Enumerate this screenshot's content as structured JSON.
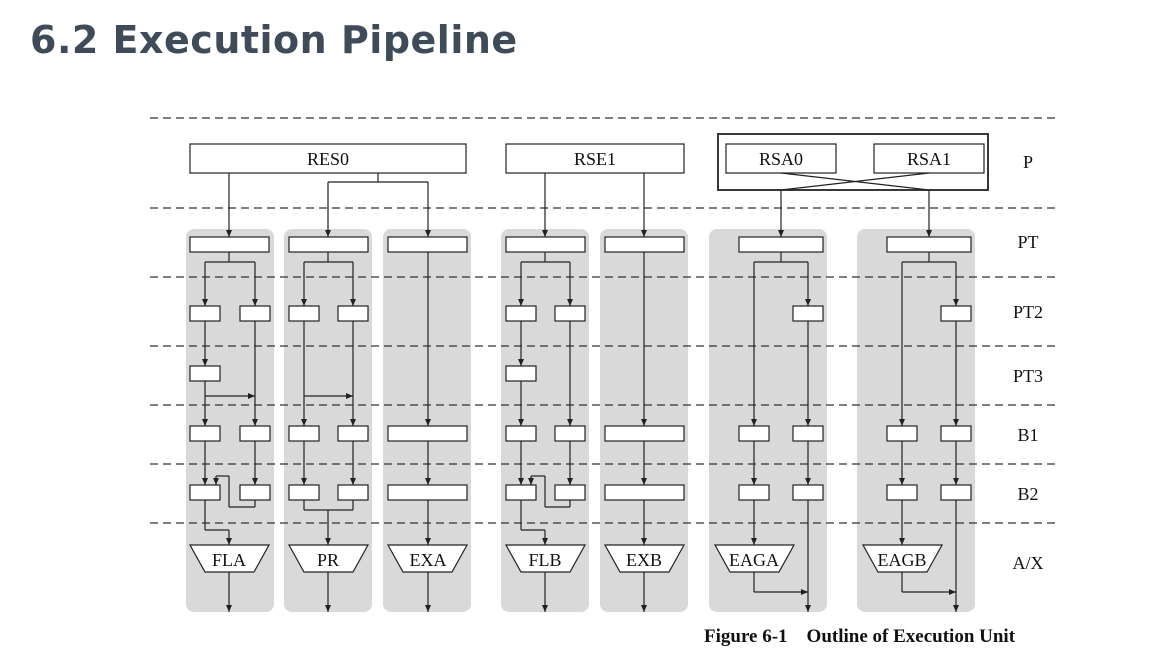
{
  "title": "6.2 Execution Pipeline",
  "caption": "Figure 6-1    Outline of Execution Unit",
  "colors": {
    "panel": "#d9d9d9",
    "line": "#222222",
    "title": "#3f4b58"
  },
  "stages": [
    "P",
    "PT",
    "PT2",
    "PT3",
    "B1",
    "B2",
    "A/X"
  ],
  "stations": [
    "RES0",
    "RSE1",
    "RSA0",
    "RSA1"
  ],
  "units": [
    "FLA",
    "PR",
    "EXA",
    "FLB",
    "EXB",
    "EAGA",
    "EAGB"
  ]
}
